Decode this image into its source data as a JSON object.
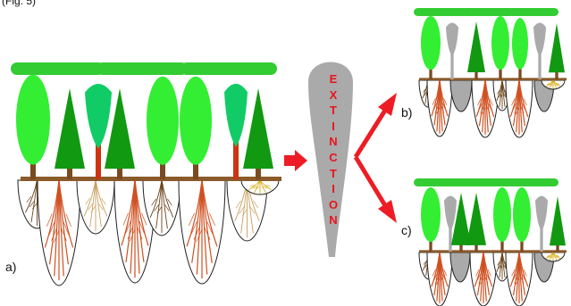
{
  "caption_top": "(Fig. 5)",
  "panels": {
    "a": {
      "label": "a)"
    },
    "b": {
      "label": "b)"
    },
    "c": {
      "label": "c)"
    }
  },
  "extinction": {
    "letters": [
      "E",
      "X",
      "T",
      "I",
      "N",
      "C",
      "T",
      "I",
      "O",
      "N"
    ]
  },
  "colors": {
    "canopy_green": "#33cc33",
    "light_green_tree": "#33ee33",
    "mid_green_tree": "#11cc66",
    "dark_green_tree": "#119911",
    "trunk_red": "#cc3311",
    "trunk_brown": "#7a4a20",
    "ground": "#8b5a2b",
    "root_orange": "#d05020",
    "root_tan": "#c8a060",
    "root_brown": "#6a4418",
    "root_yellow": "#d8b020",
    "extinct_gray": "#aaaaaa",
    "arrow_red": "#ee1c24",
    "text_red": "#e8141c"
  }
}
